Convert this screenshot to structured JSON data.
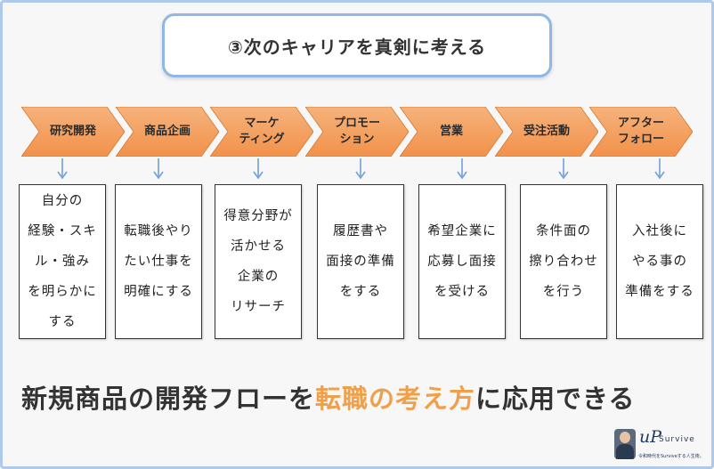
{
  "title": "③次のキャリアを真剣に考える",
  "colors": {
    "chevron": "#f2914a",
    "chevron_light": "#f6b37c",
    "arrow": "#6fa0d8",
    "highlight": "#f0a04a",
    "title_border": "#8fb8e8"
  },
  "steps": [
    {
      "label": "研究開発",
      "description": "自分の\n経験・スキ\nル・強み\nを明らかに\nする"
    },
    {
      "label": "商品企画",
      "description": "転職後やり\nたい仕事を\n明確にする"
    },
    {
      "label": "マーケ\nティング",
      "description": "得意分野が\n活かせる\n企業の\nリサーチ"
    },
    {
      "label": "プロモー\nション",
      "description": "履歴書や\n面接の準備\nをする"
    },
    {
      "label": "営業",
      "description": "希望企業に\n応募し面接\nを受ける"
    },
    {
      "label": "受注活動",
      "description": "条件面の\n擦り合わせ\nを行う"
    },
    {
      "label": "アフター\nフォロー",
      "description": "入社後に\nやる事の\n準備をする"
    }
  ],
  "bottom": {
    "part1": "新規商品の開発フローを",
    "highlight": "転職の考え方",
    "part2": "に応用できる"
  },
  "logo": {
    "mark": "uP",
    "name": "Survive",
    "tagline": "令和時代をSurviveする人生術。",
    "avatar_icon": "person-photo-icon"
  }
}
